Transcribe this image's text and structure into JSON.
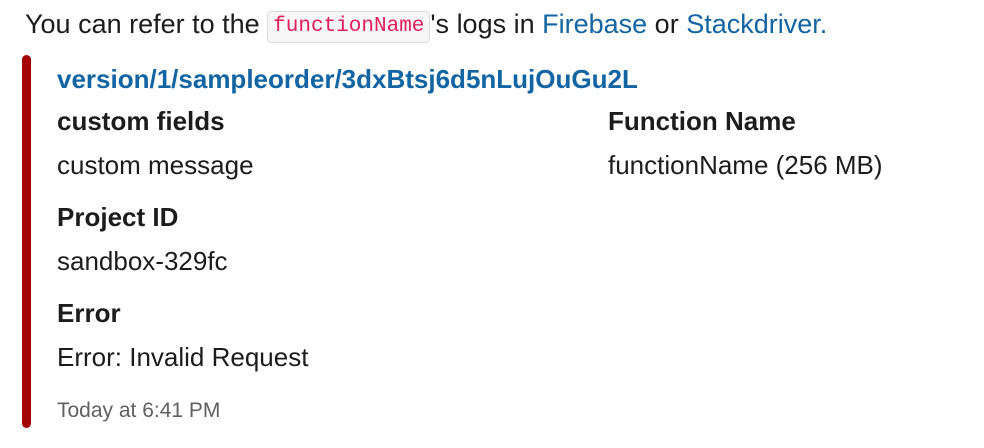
{
  "message": {
    "text_before": "You can refer to the ",
    "code": "functionName",
    "text_after_code": "'s logs in ",
    "link_firebase": "Firebase",
    "text_or": " or ",
    "link_stackdriver": "Stackdriver."
  },
  "attachment": {
    "bar_color": "#a30200",
    "title": "version/1/sampleorder/3dxBtsj6d5nLujOuGu2L",
    "fields": [
      {
        "label": "custom fields",
        "value": "custom message"
      },
      {
        "label": "Function Name",
        "value": "functionName (256 MB)"
      },
      {
        "label": "Project ID",
        "value": "sandbox-329fc"
      },
      {
        "label": "Error",
        "value": "Error: Invalid Request"
      }
    ],
    "footer": "Today at 6:41 PM"
  },
  "colors": {
    "link": "#1264a3",
    "code_text": "#e01e5a"
  }
}
